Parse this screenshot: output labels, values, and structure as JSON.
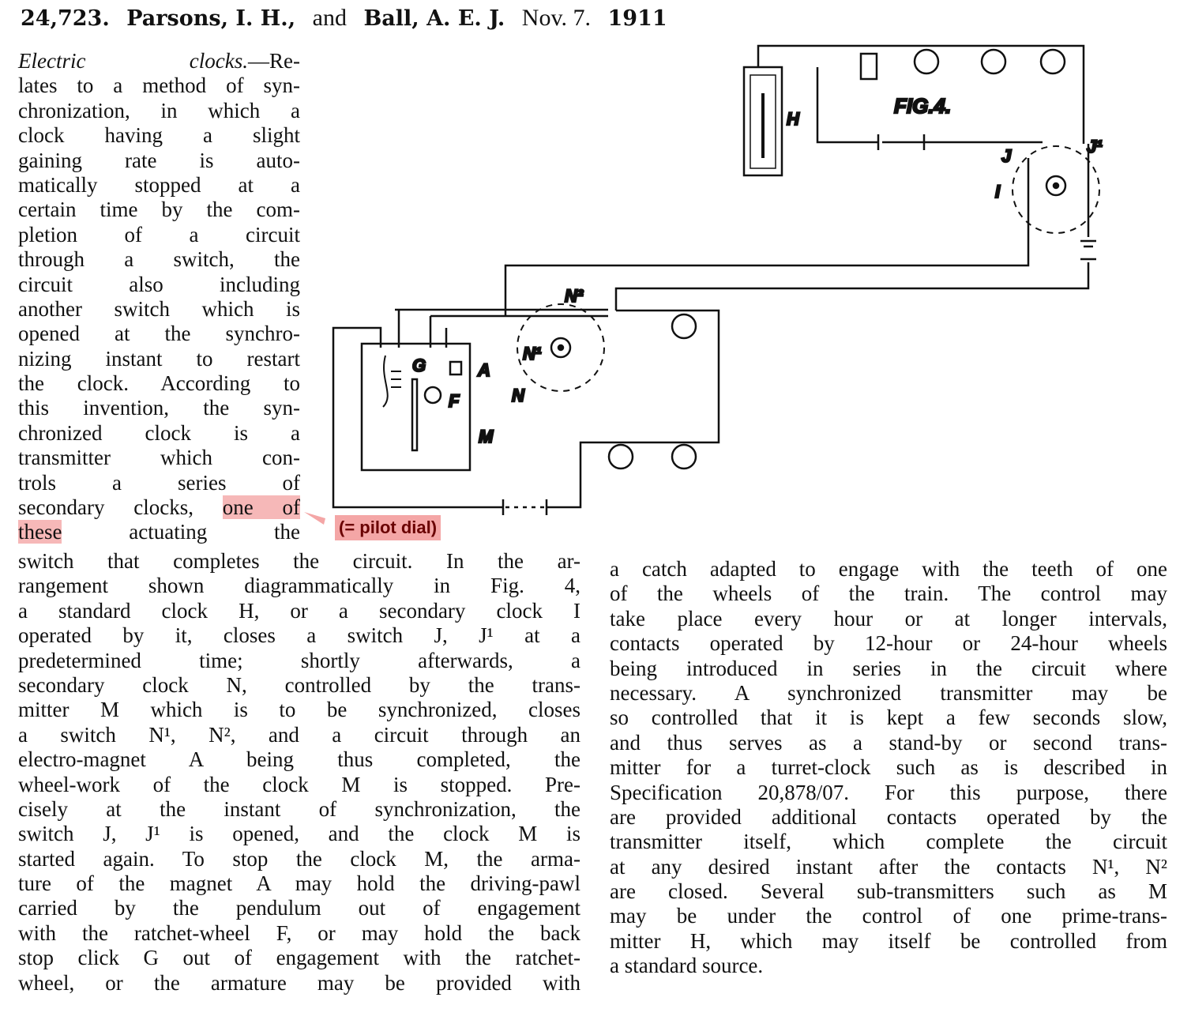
{
  "header": {
    "number": "24,723.",
    "author1": "Parsons, I. H.,",
    "and": "and",
    "author2": "Ball, A. E. J.",
    "date": "Nov. 7.",
    "year": "1911"
  },
  "narrow_lines": [
    "lates to a method of syn-",
    "chronization, in which a",
    "clock having a slight",
    "gaining rate is auto-",
    "matically stopped at a",
    "certain time by the com-",
    "pletion of a circuit",
    "through a switch, the",
    "circuit also including",
    "another switch which is",
    "opened at the synchro-",
    "nizing instant to restart",
    "the clock. According to",
    "this invention, the syn-",
    "chronized clock is a",
    "transmitter which con-",
    "trols a series of"
  ],
  "first_line": {
    "title": "Electric clocks.",
    "rest": "—Re-"
  },
  "line19": {
    "a": "secondary clocks,",
    "hl": "one of"
  },
  "line20": {
    "hl": "these",
    "b": "actuating the"
  },
  "annotation": "(= pilot dial)",
  "wide_lines": [
    "switch that completes the circuit. In the ar-",
    "rangement shown diagrammatically in Fig. 4,",
    "a standard clock H, or a secondary clock I",
    "operated by it, closes a switch J, J¹ at a",
    "predetermined time; shortly afterwards, a",
    "secondary clock N, controlled by the trans-",
    "mitter M which is to be synchronized, closes",
    "a switch N¹, N², and a circuit through an",
    "electro-magnet A being thus completed, the",
    "wheel-work of the clock M is stopped. Pre-",
    "cisely at the instant of synchronization, the",
    "switch J, J¹ is opened, and the clock M is",
    "started again. To stop the clock M, the arma-",
    "ture of the magnet A may hold the driving-pawl",
    "carried by the pendulum out of engagement",
    "with the ratchet-wheel F, or may hold the back",
    "stop click G out of engagement with the ratchet-",
    "wheel, or the armature may be provided with"
  ],
  "right_lines": [
    "a catch adapted to engage with the teeth of one",
    "of the wheels of the train. The control may",
    "take place every hour or at longer intervals,",
    "contacts operated by 12-hour or 24-hour wheels",
    "being introduced in series in the circuit where",
    "necessary. A synchronized transmitter may be",
    "so controlled that it is kept a few seconds slow,",
    "and thus serves as a stand-by or second trans-",
    "mitter for a turret-clock such as is described in",
    "Specification 20,878/07. For this purpose, there",
    "are provided additional contacts operated by the",
    "transmitter itself, which complete the circuit",
    "at any desired instant after the contacts N¹, N²",
    "are closed. Several sub-transmitters such as M",
    "may be under the control of one prime-trans-",
    "mitter H, which may itself be controlled from",
    "a standard source."
  ],
  "figure": {
    "title": "FIG.4.",
    "labels": {
      "H": "H",
      "J": "J",
      "J1": "J¹",
      "I": "I",
      "N2": "N²",
      "N1": "N¹",
      "N": "N",
      "G": "G",
      "A": "A",
      "F": "F",
      "M": "M"
    }
  }
}
